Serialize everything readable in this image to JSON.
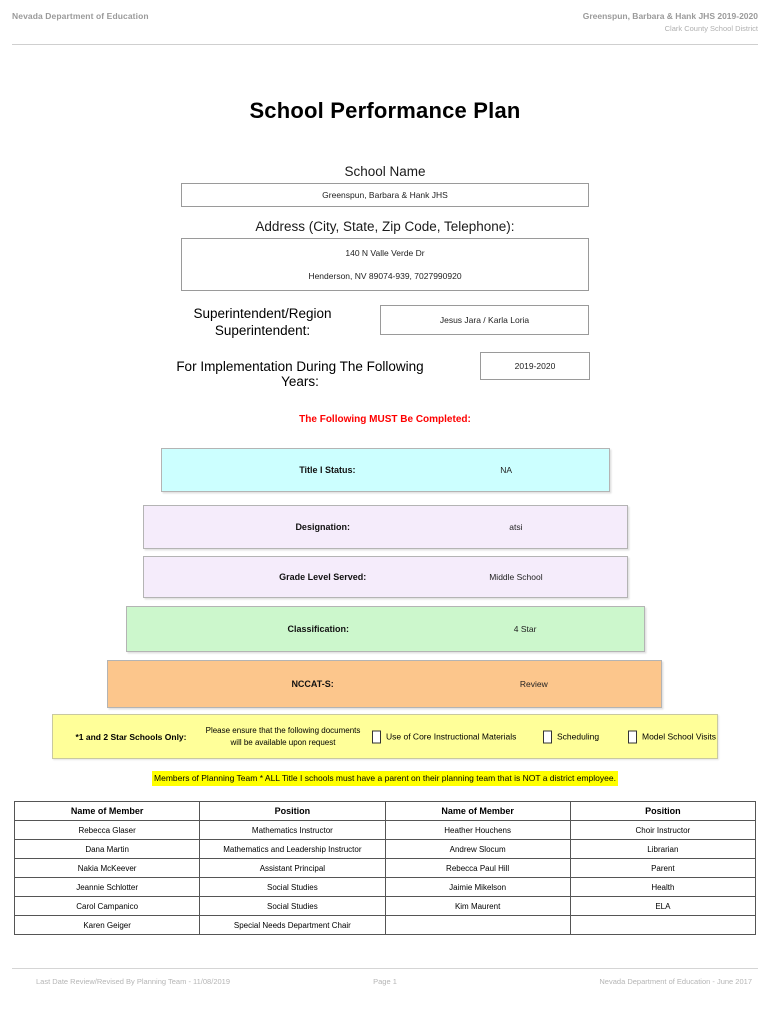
{
  "header": {
    "left": "Nevada Department of Education",
    "school": "Greenspun, Barbara & Hank JHS  2019-2020",
    "district": "Clark County School District"
  },
  "title": "School Performance Plan",
  "fields": {
    "school_name_label": "School Name",
    "school_name_value": "Greenspun, Barbara & Hank JHS",
    "address_label": "Address (City, State, Zip Code, Telephone):",
    "address_line1": "140 N Valle Verde Dr",
    "address_line2": "Henderson, NV  89074-939, 7027990920",
    "superintendent_label": "Superintendent/Region Superintendent:",
    "superintendent_value": "Jesus Jara / Karla Loria",
    "years_label": "For Implementation During The Following Years:",
    "years_value": "2019-2020"
  },
  "must_complete": "The Following MUST Be Completed:",
  "funnel": [
    {
      "label": "Title I Status:",
      "value": "NA",
      "color": "#ccffff"
    },
    {
      "label": "Designation:",
      "value": "atsi",
      "color": "#f5ecfb"
    },
    {
      "label": "Grade Level Served:",
      "value": "Middle School",
      "color": "#f5ecfb"
    },
    {
      "label": "Classification:",
      "value": "4 Star",
      "color": "#ccf7cc"
    },
    {
      "label": "NCCAT-S:",
      "value": "Review",
      "color": "#fcc68c"
    }
  ],
  "star_strip": {
    "label": "*1 and 2 Star Schools Only:",
    "note": "Please ensure that the following documents will be available upon request",
    "checks": [
      {
        "label": "Use of Core Instructional Materials",
        "checked": false
      },
      {
        "label": "Scheduling",
        "checked": false
      },
      {
        "label": "Model School Visits",
        "checked": false
      }
    ],
    "highlight_color": "#ffff99"
  },
  "planning_note": "Members of Planning Team * ALL Title I schools must have a parent on their planning team that is NOT a district employee.",
  "members_table": {
    "headers": [
      "Name of Member",
      "Position",
      "Name of Member",
      "Position"
    ],
    "rows": [
      [
        "Rebecca Glaser",
        "Mathematics Instructor",
        "Heather Houchens",
        "Choir Instructor"
      ],
      [
        "Dana Martin",
        "Mathematics and Leadership Instructor",
        "Andrew Slocum",
        "Librarian"
      ],
      [
        "Nakia McKeever",
        "Assistant Principal",
        "Rebecca Paul Hill",
        "Parent"
      ],
      [
        "Jeannie Schlotter",
        "Social Studies",
        "Jaimie Mikelson",
        "Health"
      ],
      [
        "Carol Campanico",
        "Social Studies",
        "Kim Maurent",
        "ELA"
      ],
      [
        "Karen Geiger",
        "Special Needs Department Chair",
        "",
        ""
      ]
    ]
  },
  "footer": {
    "left": "Last Date Review/Revised By Planning Team - 11/08/2019",
    "center": "Page 1",
    "right": "Nevada Department of Education - June 2017"
  }
}
